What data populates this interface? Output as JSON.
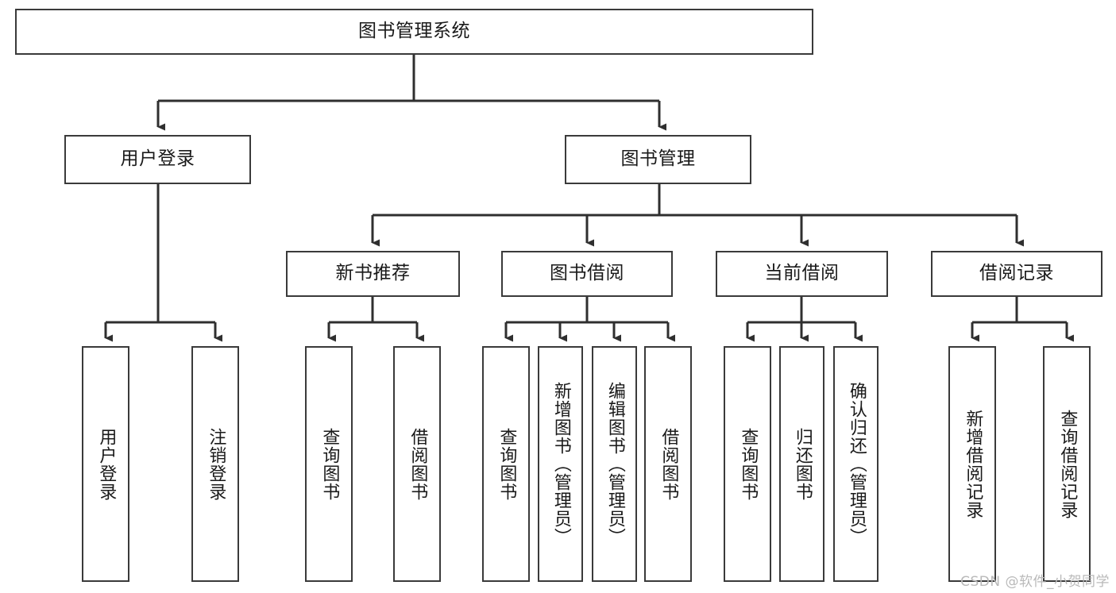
{
  "diagram": {
    "title": "图书管理系统",
    "type": "tree",
    "watermark": "CSDN @软件_小贺同学",
    "colors": {
      "border": "#3a3a3a",
      "background": "#ffffff",
      "text": "#1a1a1a",
      "edge": "#2f2f2f",
      "watermark": "#b9b9b9"
    },
    "nodes": {
      "root": {
        "label": "图书管理系统"
      },
      "level2": [
        {
          "label": "用户登录"
        },
        {
          "label": "图书管理"
        }
      ],
      "level3": [
        {
          "label": "新书推荐"
        },
        {
          "label": "图书借阅"
        },
        {
          "label": "当前借阅"
        },
        {
          "label": "借阅记录"
        }
      ],
      "leaves": [
        {
          "label": "用户登录",
          "parent": "用户登录"
        },
        {
          "label": "注销登录",
          "parent": "用户登录"
        },
        {
          "label": "查询图书",
          "parent": "新书推荐"
        },
        {
          "label": "借阅图书",
          "parent": "新书推荐"
        },
        {
          "label": "查询图书",
          "parent": "图书借阅"
        },
        {
          "label": "新增图书（管理员）",
          "parent": "图书借阅"
        },
        {
          "label": "编辑图书（管理员）",
          "parent": "图书借阅"
        },
        {
          "label": "借阅图书",
          "parent": "图书借阅"
        },
        {
          "label": "查询图书",
          "parent": "当前借阅"
        },
        {
          "label": "归还图书",
          "parent": "当前借阅"
        },
        {
          "label": "确认归还（管理员）",
          "parent": "当前借阅"
        },
        {
          "label": "新增借阅记录",
          "parent": "借阅记录"
        },
        {
          "label": "查询借阅记录",
          "parent": "借阅记录"
        }
      ]
    }
  }
}
